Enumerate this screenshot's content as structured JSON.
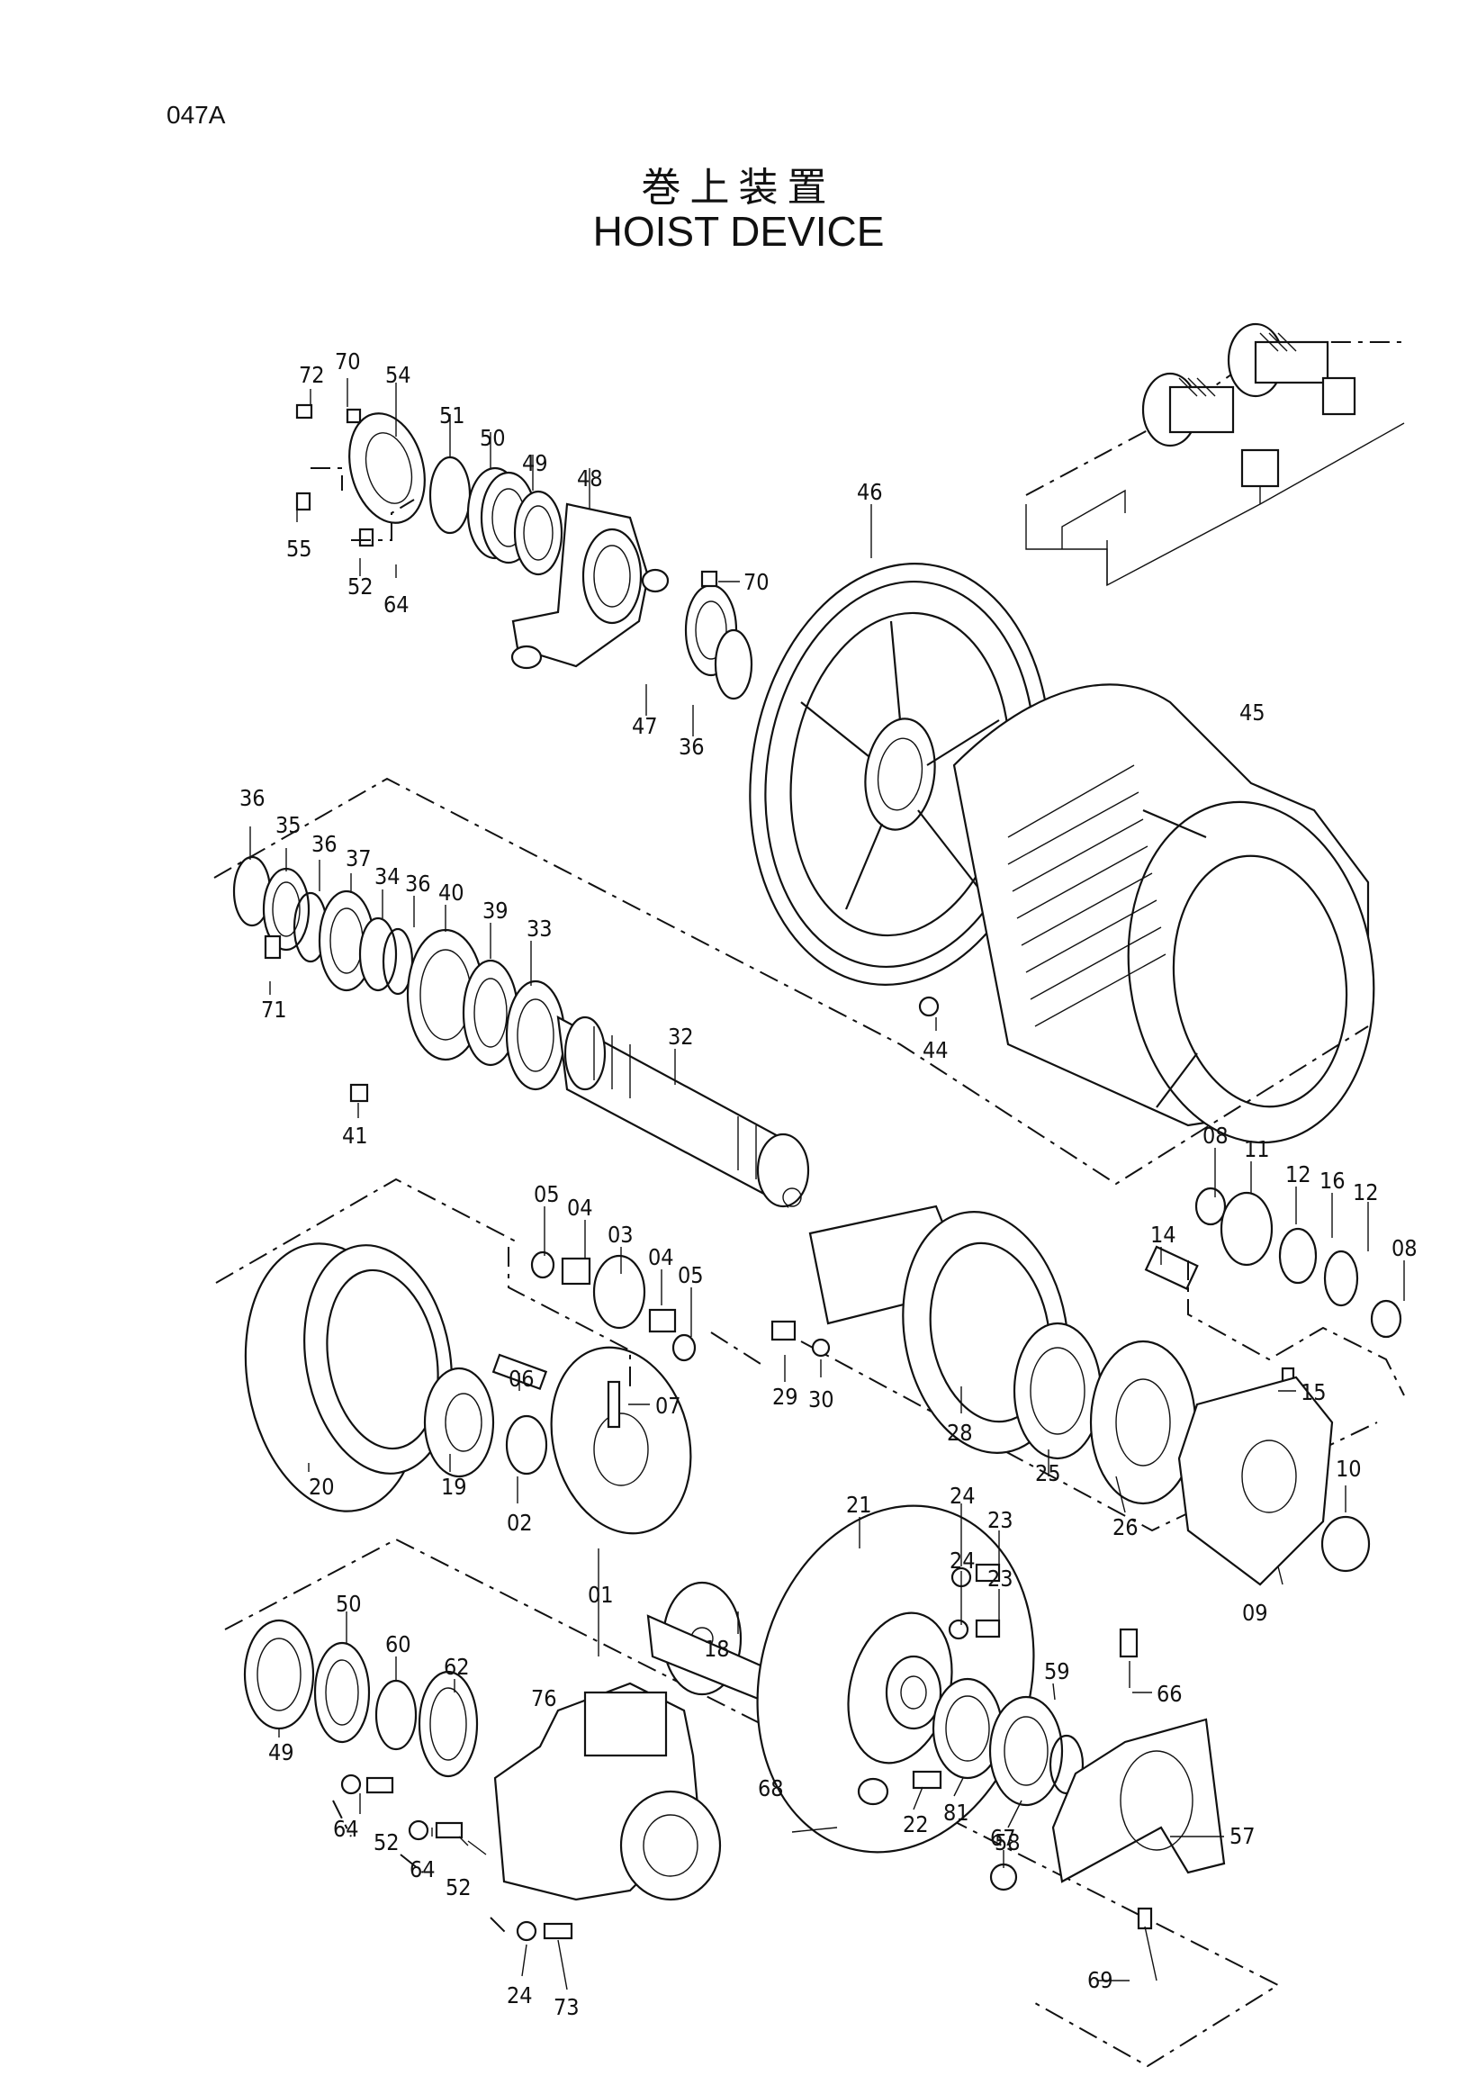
{
  "header": {
    "page_code": "047A",
    "title_jp": "巻上装置",
    "title_en": "HOIST DEVICE"
  },
  "parts": [
    {
      "id": "p72",
      "label": "72"
    },
    {
      "id": "p70a",
      "label": "70"
    },
    {
      "id": "p54",
      "label": "54"
    },
    {
      "id": "p51",
      "label": "51"
    },
    {
      "id": "p50a",
      "label": "50"
    },
    {
      "id": "p49a",
      "label": "49"
    },
    {
      "id": "p48",
      "label": "48"
    },
    {
      "id": "p46",
      "label": "46"
    },
    {
      "id": "p70b",
      "label": "70"
    },
    {
      "id": "p55",
      "label": "55"
    },
    {
      "id": "p52a",
      "label": "52"
    },
    {
      "id": "p64a",
      "label": "64"
    },
    {
      "id": "p47",
      "label": "47"
    },
    {
      "id": "p36a",
      "label": "36"
    },
    {
      "id": "p45",
      "label": "45"
    },
    {
      "id": "p36b",
      "label": "36"
    },
    {
      "id": "p35",
      "label": "35"
    },
    {
      "id": "p36c",
      "label": "36"
    },
    {
      "id": "p37",
      "label": "37"
    },
    {
      "id": "p34",
      "label": "34"
    },
    {
      "id": "p36d",
      "label": "36"
    },
    {
      "id": "p40",
      "label": "40"
    },
    {
      "id": "p39",
      "label": "39"
    },
    {
      "id": "p33",
      "label": "33"
    },
    {
      "id": "p71",
      "label": "71"
    },
    {
      "id": "p32",
      "label": "32"
    },
    {
      "id": "p44",
      "label": "44"
    },
    {
      "id": "p41",
      "label": "41"
    },
    {
      "id": "p08a",
      "label": "08"
    },
    {
      "id": "p11",
      "label": "11"
    },
    {
      "id": "p12a",
      "label": "12"
    },
    {
      "id": "p16",
      "label": "16"
    },
    {
      "id": "p12b",
      "label": "12"
    },
    {
      "id": "p08b",
      "label": "08"
    },
    {
      "id": "p05a",
      "label": "05"
    },
    {
      "id": "p04a",
      "label": "04"
    },
    {
      "id": "p03",
      "label": "03"
    },
    {
      "id": "p04b",
      "label": "04"
    },
    {
      "id": "p05b",
      "label": "05"
    },
    {
      "id": "p14",
      "label": "14"
    },
    {
      "id": "p06",
      "label": "06"
    },
    {
      "id": "p07",
      "label": "07"
    },
    {
      "id": "p29",
      "label": "29"
    },
    {
      "id": "p30",
      "label": "30"
    },
    {
      "id": "p15",
      "label": "15"
    },
    {
      "id": "p28",
      "label": "28"
    },
    {
      "id": "p20",
      "label": "20"
    },
    {
      "id": "p19",
      "label": "19"
    },
    {
      "id": "p02",
      "label": "02"
    },
    {
      "id": "p25",
      "label": "25"
    },
    {
      "id": "p26",
      "label": "26"
    },
    {
      "id": "p10",
      "label": "10"
    },
    {
      "id": "p21",
      "label": "21"
    },
    {
      "id": "p24a",
      "label": "24"
    },
    {
      "id": "p23a",
      "label": "23"
    },
    {
      "id": "p01",
      "label": "01"
    },
    {
      "id": "p24b",
      "label": "24"
    },
    {
      "id": "p23b",
      "label": "23"
    },
    {
      "id": "p09",
      "label": "09"
    },
    {
      "id": "p18",
      "label": "18"
    },
    {
      "id": "p50b",
      "label": "50"
    },
    {
      "id": "p60",
      "label": "60"
    },
    {
      "id": "p62",
      "label": "62"
    },
    {
      "id": "p76",
      "label": "76"
    },
    {
      "id": "p59",
      "label": "59"
    },
    {
      "id": "p66",
      "label": "66"
    },
    {
      "id": "p49b",
      "label": "49"
    },
    {
      "id": "p68",
      "label": "68"
    },
    {
      "id": "p22",
      "label": "22"
    },
    {
      "id": "p81",
      "label": "81"
    },
    {
      "id": "p58",
      "label": "58"
    },
    {
      "id": "p57",
      "label": "57"
    },
    {
      "id": "p64b",
      "label": "64"
    },
    {
      "id": "p52b",
      "label": "52"
    },
    {
      "id": "p64c",
      "label": "64"
    },
    {
      "id": "p67",
      "label": "67"
    },
    {
      "id": "p52c",
      "label": "52"
    },
    {
      "id": "p69",
      "label": "69"
    },
    {
      "id": "p24c",
      "label": "24"
    },
    {
      "id": "p73",
      "label": "73"
    }
  ]
}
